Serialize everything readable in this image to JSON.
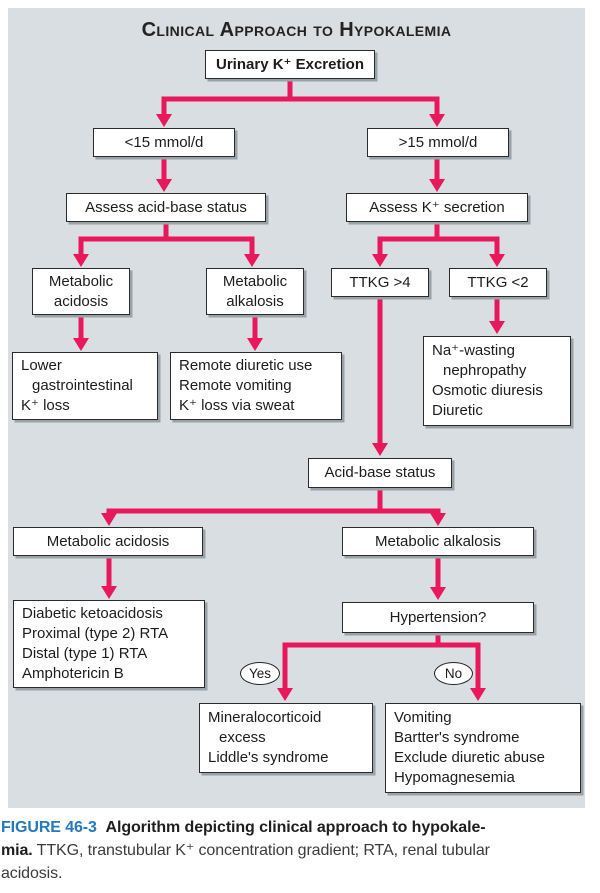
{
  "title": "Clinical Approach to Hypokalemia",
  "colors": {
    "arrow": "#e9175b",
    "panel_bg": "#d8dee1",
    "box_border": "#2b2b2b",
    "box_shadow": "#98a2a7",
    "figure_blue": "#2478be",
    "text": "#1c1c1c",
    "caption_text": "#3c3c3c"
  },
  "nodes": {
    "urinary_k_excretion": {
      "label": "Urinary K⁺ Excretion"
    },
    "under_15": {
      "label": "<15 mmol/d"
    },
    "over_15": {
      "label": ">15 mmol/d"
    },
    "assess_acid_base": {
      "label": "Assess acid-base status"
    },
    "assess_k_secretion": {
      "label": "Assess K⁺ secretion"
    },
    "metabolic_acidosis_1": {
      "lines": [
        "Metabolic",
        "acidosis"
      ]
    },
    "metabolic_alkalosis_1": {
      "lines": [
        "Metabolic",
        "alkalosis"
      ]
    },
    "ttkg_gt4": {
      "label": "TTKG >4"
    },
    "ttkg_lt2": {
      "label": "TTKG <2"
    },
    "lower_gi": {
      "lines": [
        "Lower",
        "gastrointestinal",
        "K⁺ loss"
      ]
    },
    "remote": {
      "lines": [
        "Remote diuretic use",
        "Remote vomiting",
        "K⁺ loss via sweat"
      ]
    },
    "na_wasting": {
      "lines": [
        "Na⁺-wasting",
        "nephropathy",
        "Osmotic diuresis",
        "Diuretic"
      ]
    },
    "acid_base_status": {
      "label": "Acid-base status"
    },
    "metabolic_acidosis_2": {
      "label": "Metabolic acidosis"
    },
    "metabolic_alkalosis_2": {
      "label": "Metabolic alkalosis"
    },
    "diabetic": {
      "lines": [
        "Diabetic ketoacidosis",
        "Proximal (type 2) RTA",
        "Distal (type 1) RTA",
        "Amphotericin B"
      ]
    },
    "hypertension": {
      "label": "Hypertension?"
    },
    "mineralocorticoid": {
      "lines": [
        "Mineralocorticoid",
        "excess",
        "Liddle's syndrome"
      ]
    },
    "vomiting": {
      "lines": [
        "Vomiting",
        "Bartter's syndrome",
        "Exclude diuretic abuse",
        "Hypomagnesemia"
      ]
    }
  },
  "branch_labels": {
    "yes": "Yes",
    "no": "No"
  },
  "caption": {
    "figure": "FIGURE 46-3",
    "line1_bold": "Algorithm depicting clinical approach to hypokale-",
    "line2_bold": "mia.",
    "line2_rest": " TTKG, transtubular K⁺ concentration gradient; RTA, renal tubular",
    "line3": "acidosis."
  }
}
